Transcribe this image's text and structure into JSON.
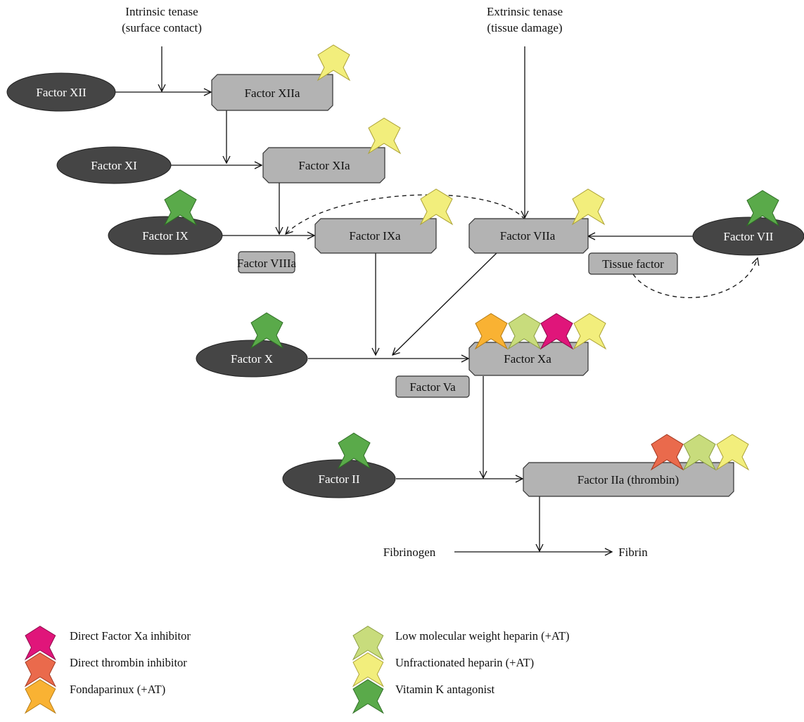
{
  "inputs": {
    "intrinsic_line1": "Intrinsic tenase",
    "intrinsic_line2": "(surface contact)",
    "extrinsic_line1": "Extrinsic tenase",
    "extrinsic_line2": "(tissue damage)"
  },
  "zymogens": {
    "xii": "Factor XII",
    "xi": "Factor XI",
    "ix": "Factor IX",
    "vii": "Factor VII",
    "x": "Factor X",
    "ii": "Factor II"
  },
  "active": {
    "xiia": "Factor XIIa",
    "xia": "Factor XIa",
    "ixa": "Factor IXa",
    "viia": "Factor VIIa",
    "xa": "Factor Xa",
    "iia": "Factor IIa (thrombin)"
  },
  "cofactors": {
    "viiia": "Factor VIIIa",
    "tf": "Tissue factor",
    "va": "Factor Va"
  },
  "product": {
    "fibrinogen": "Fibrinogen",
    "fibrin": "Fibrin"
  },
  "legend": [
    {
      "key": "dxa",
      "label": "Direct Factor Xa inhibitor",
      "color": "#e0157a"
    },
    {
      "key": "dti",
      "label": "Direct thrombin inhibitor",
      "color": "#ea6a4c"
    },
    {
      "key": "fonda",
      "label": "Fondaparinux (+AT)",
      "color": "#f9b233"
    },
    {
      "key": "lmwh",
      "label": "Low molecular weight heparin (+AT)",
      "color": "#c8dc7c"
    },
    {
      "key": "ufh",
      "label": "Unfractionated heparin (+AT)",
      "color": "#f2ee7c"
    },
    {
      "key": "vka",
      "label": "Vitamin K antagonist",
      "color": "#5aaa4a"
    }
  ]
}
